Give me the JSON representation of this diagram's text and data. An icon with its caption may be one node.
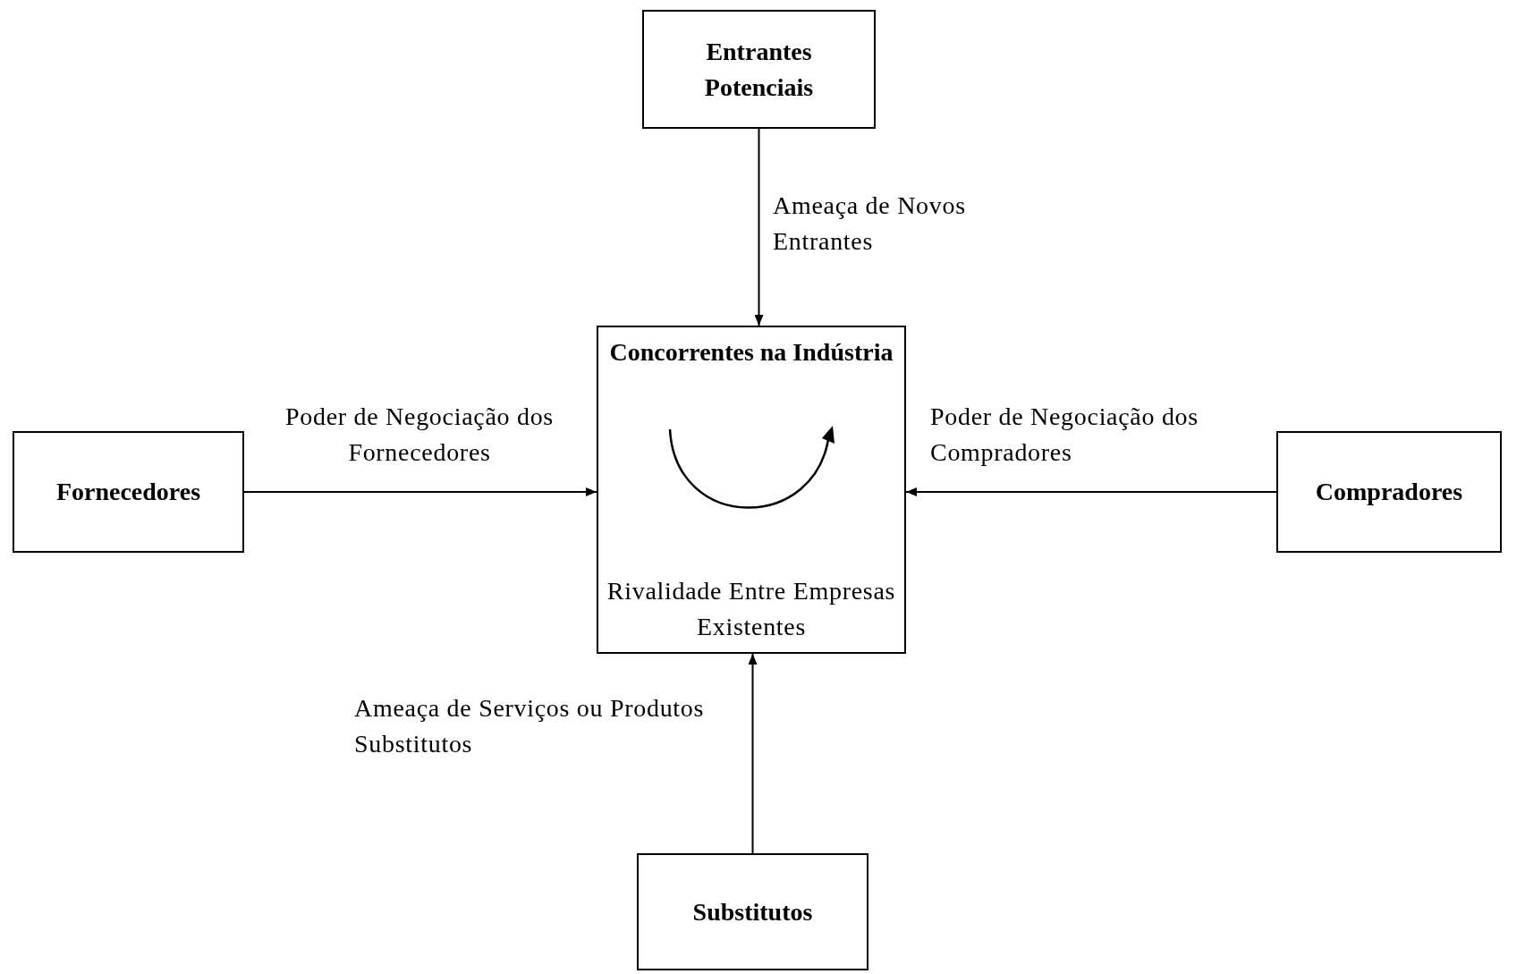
{
  "diagram": {
    "nodes": [
      {
        "text": [
          "Entrantes Potenciais"
        ]
      },
      {
        "text": [
          "Fornecedores"
        ]
      },
      {
        "text": [
          "Concorrentes na Indústria",
          "Rivalidade Entre Empresas Existentes"
        ]
      },
      {
        "text": [
          "Compradores"
        ]
      },
      {
        "text": [
          "Substitutos"
        ]
      }
    ],
    "edges": [
      {
        "from": 0,
        "to": 2,
        "arrow": "to",
        "label": "Ameaça de Novos Entrantes"
      },
      {
        "from": 1,
        "to": 2,
        "arrow": "to",
        "label": "Poder de Negociação dos Fornecedores"
      },
      {
        "from": 3,
        "to": 2,
        "arrow": "to",
        "label": "Poder de Negociação dos Compradores"
      },
      {
        "from": 4,
        "to": 2,
        "arrow": "to",
        "label": "Ameaça de Serviços ou Produtos Substitutos"
      }
    ]
  }
}
